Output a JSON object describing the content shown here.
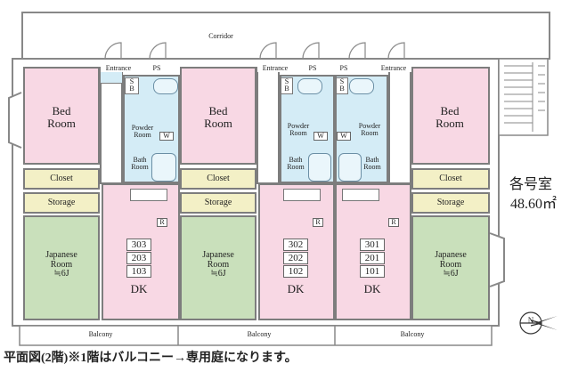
{
  "labels": {
    "corridor": "Corridor",
    "entrance": "Entrance",
    "ps": "PS",
    "sb": "S\nB",
    "bed_room": "Bed\nRoom",
    "powder_room": "Powder\nRoom",
    "bath_room": "Bath\nRoom",
    "w": "W",
    "closet": "Closet",
    "storage": "Storage",
    "japanese_room": "Japanese\nRoom\n≒6J",
    "dk": "DK",
    "balcony": "Balcony",
    "r": "R"
  },
  "units": [
    {
      "numbers": [
        "303",
        "203",
        "103"
      ]
    },
    {
      "numbers": [
        "302",
        "202",
        "102"
      ]
    },
    {
      "numbers": [
        "301",
        "201",
        "101"
      ]
    }
  ],
  "area": {
    "title": "各号室",
    "value": "48.60㎡"
  },
  "caption": "平面図(2階)※1階はバルコニー→専用庭になります。",
  "north_symbol": "N"
}
